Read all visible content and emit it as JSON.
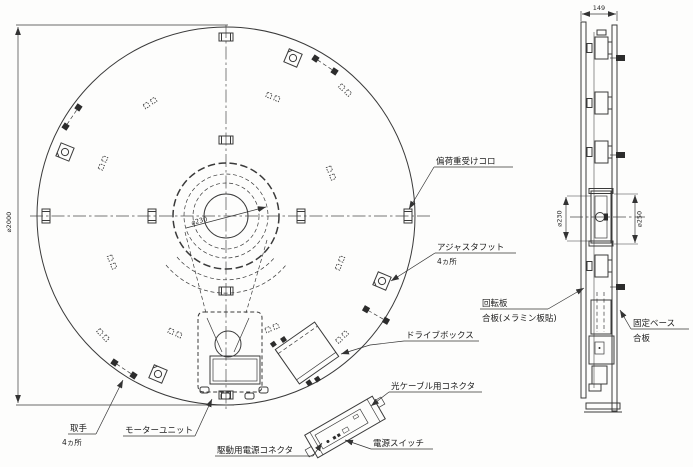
{
  "colors": {
    "background": "#fdfdfc",
    "line": "#3a3a3a",
    "text": "#1d1d1d"
  },
  "callouts": {
    "load_roller": {
      "label": "偏荷重受けコロ"
    },
    "adjuster_foot": {
      "label": "アジャスタフット",
      "count": "4ヵ所"
    },
    "rotating_plate": {
      "label": "回転板",
      "material": "合板(メラミン板貼)"
    },
    "fixed_base": {
      "label": "固定ベース",
      "material": "合板"
    },
    "drive_box": {
      "label": "ドライブボックス"
    },
    "optical_cable_connector": {
      "label": "光ケーブル用コネクタ"
    },
    "power_switch": {
      "label": "電源スイッチ"
    },
    "drive_power_connector": {
      "label": "駆動用電源コネクタ"
    },
    "motor_unit": {
      "label": "モーターユニット"
    },
    "handle": {
      "label": "取手",
      "count": "4ヵ所"
    }
  },
  "dimensions": {
    "disc_diameter": "⌀2000",
    "base_width": "149",
    "hub_bolt_circle": "⌀230",
    "flange_front": "⌀230",
    "flange_rear": "⌀250"
  }
}
